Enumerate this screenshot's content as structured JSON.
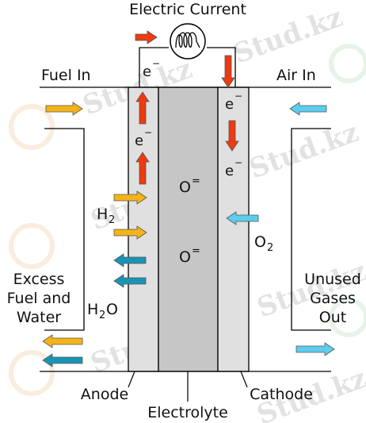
{
  "labels": {
    "electric_current": "Electric Current",
    "fuel_in": "Fuel In",
    "air_in": "Air In",
    "electron": "e",
    "electron_charge": "−",
    "oxide": "O",
    "oxide_charge": "=",
    "h2_prefix": "H",
    "h2_sub": "2",
    "o2_prefix": "O",
    "o2_sub": "2",
    "h2o_prefix": "H",
    "h2o_sub": "2",
    "h2o_suffix": "O",
    "excess_line1": "Excess",
    "excess_line2": "Fuel and",
    "excess_line3": "Water",
    "unused_line1": "Unused",
    "unused_line2": "Gases",
    "unused_line3": "Out",
    "anode": "Anode",
    "cathode": "Cathode",
    "electrolyte": "Electrolyte"
  },
  "watermark": "Stud.kz",
  "colors": {
    "anode": "#e0e0e0",
    "electrolyte": "#c6c6c6",
    "cathode": "#e0e0e0",
    "electron_arrow": "#ee3a10",
    "fuel_arrow": "#f4b418",
    "water_arrow": "#1a94b4",
    "air_arrow": "#5ccdee",
    "line": "#000000"
  }
}
